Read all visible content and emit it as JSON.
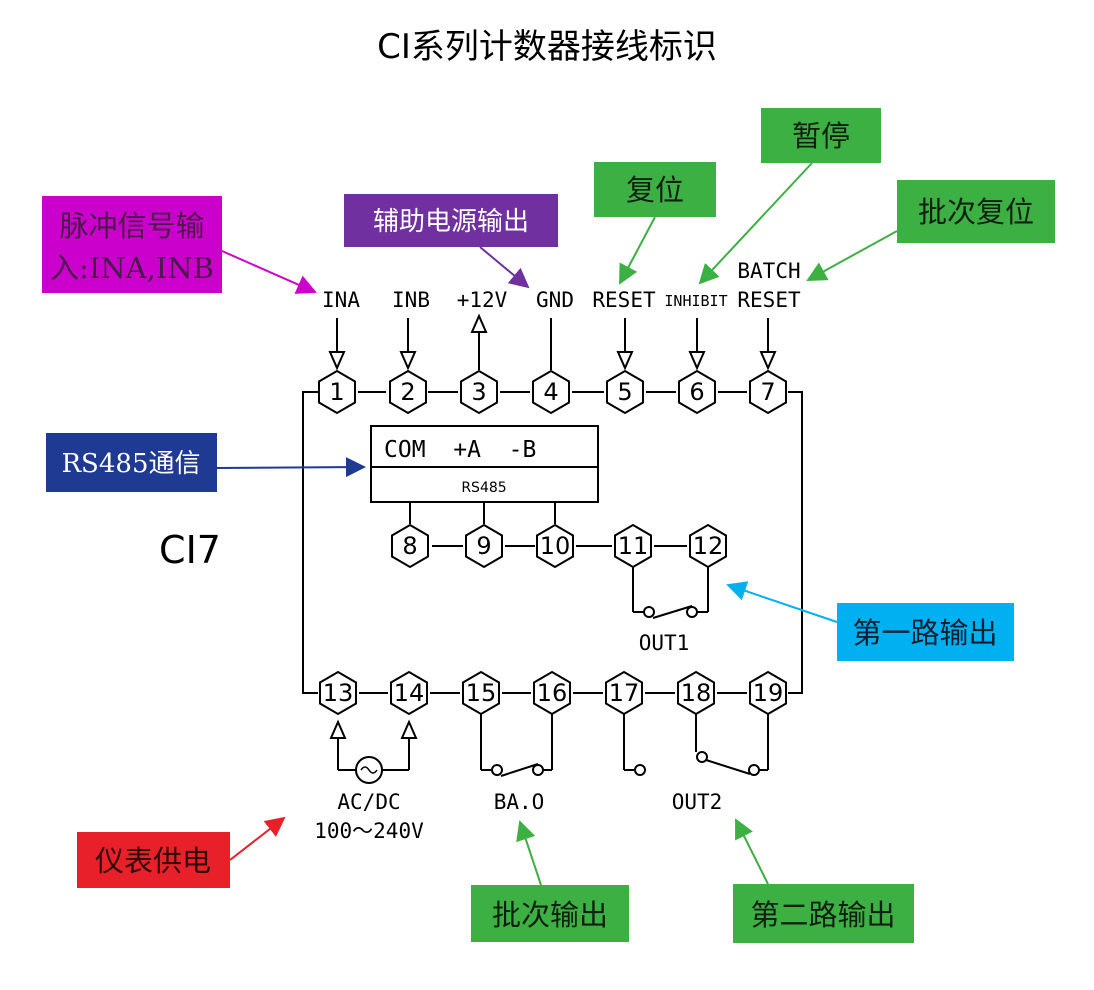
{
  "title": "CI系列计数器接线标识",
  "model": "CI7",
  "colors": {
    "magenta": "#cc00cc",
    "purple": "#7030a0",
    "green": "#3cb043",
    "navy": "#1f3a93",
    "cyan": "#00b0f0",
    "red": "#e8202a"
  },
  "top_labels": {
    "t1": "INA",
    "t2": "INB",
    "t3": "+12V",
    "t4": "GND",
    "t5": "RESET",
    "t6": "INHIBIT",
    "t7a": "BATCH",
    "t7b": "RESET"
  },
  "terminals": [
    "1",
    "2",
    "3",
    "4",
    "5",
    "6",
    "7",
    "8",
    "9",
    "10",
    "11",
    "12",
    "13",
    "14",
    "15",
    "16",
    "17",
    "18",
    "19"
  ],
  "rs485": {
    "top": "COM  +A  -B",
    "bottom": "RS485"
  },
  "bottom_labels": {
    "out1": "OUT1",
    "power1": "AC/DC",
    "power2": "100～240V",
    "bao": "BA.O",
    "out2": "OUT2"
  },
  "callouts": {
    "pulse1": "脉冲信号输",
    "pulse2": "入:INA,INB",
    "aux": "辅助电源输出",
    "reset": "复位",
    "pause": "暂停",
    "batch_reset": "批次复位",
    "rs485": "RS485通信",
    "out1": "第一路输出",
    "power": "仪表供电",
    "batch_out": "批次输出",
    "out2": "第二路输出"
  }
}
